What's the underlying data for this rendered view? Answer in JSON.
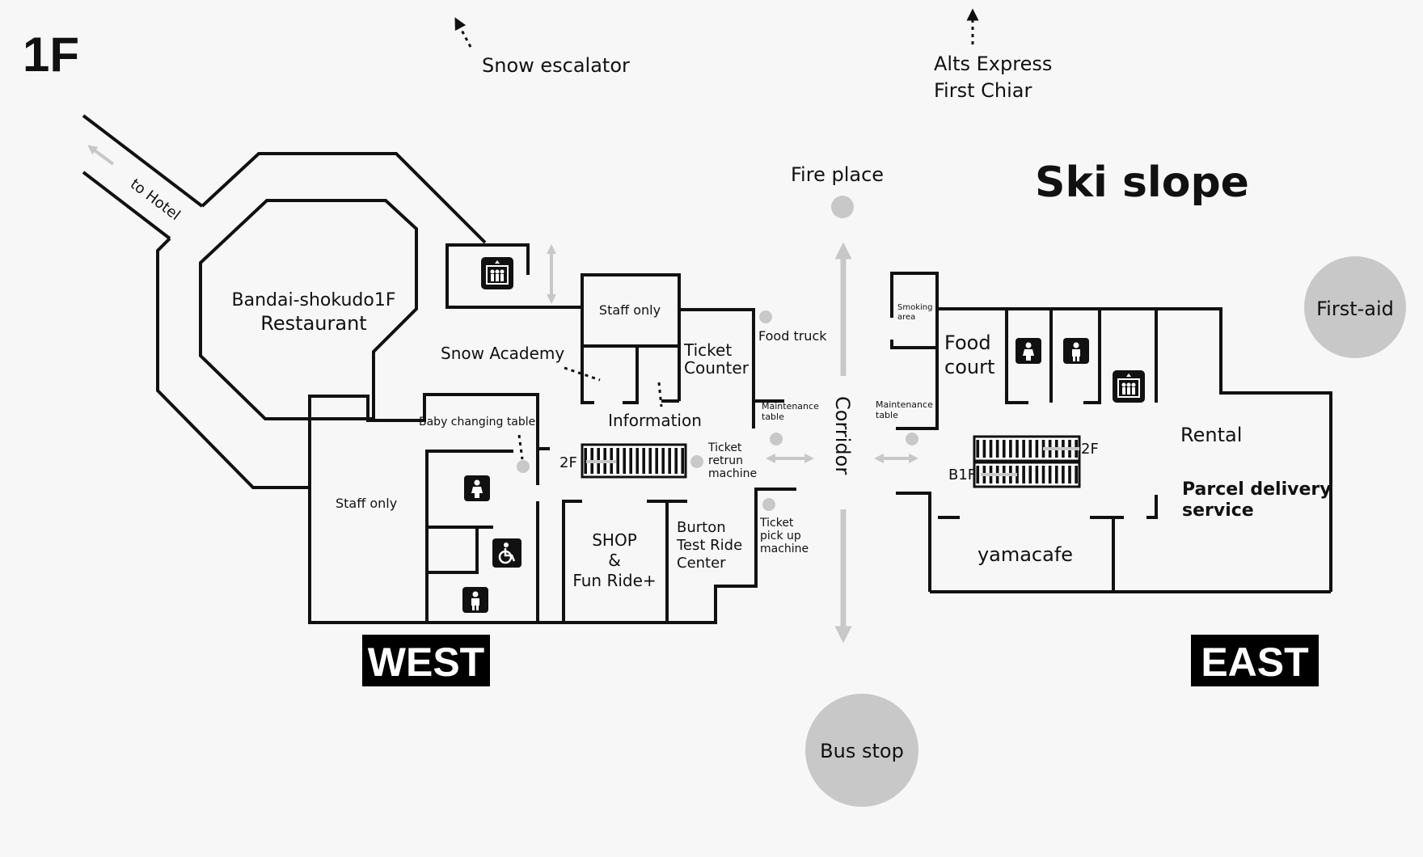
{
  "floor_label": "1F",
  "top_labels": {
    "snow_escalator": "Snow escalator",
    "alts_express_line1": "Alts Express",
    "alts_express_line2": "First Chiar"
  },
  "outdoor": {
    "fire_place": "Fire place",
    "ski_slope": "Ski slope",
    "first_aid": "First-aid",
    "bus_stop": "Bus stop",
    "corridor": "Corridor",
    "to_hotel": "to Hotel"
  },
  "west": {
    "badge": "WEST",
    "restaurant_line1": "Bandai-shokudo1F",
    "restaurant_line2": "Restaurant",
    "snow_academy": "Snow Academy",
    "staff_only_top": "Staff only",
    "ticket_counter_line1": "Ticket",
    "ticket_counter_line2": "Counter",
    "information": "Information",
    "baby_changing": "Baby changing table",
    "staff_only_left": "Staff only",
    "escalator_2f": "2F",
    "ticket_return_line1": "Ticket",
    "ticket_return_line2": "retrun",
    "ticket_return_line3": "machine",
    "shop_line1": "SHOP",
    "shop_line2": "&",
    "shop_line3": "Fun Ride+",
    "burton_line1": "Burton",
    "burton_line2": "Test Ride",
    "burton_line3": "Center",
    "food_truck": "Food truck",
    "maintenance_line1": "Maintenance",
    "maintenance_line2": "table",
    "ticket_pickup_line1": "Ticket",
    "ticket_pickup_line2": "pick up",
    "ticket_pickup_line3": "machine"
  },
  "east": {
    "badge": "EAST",
    "smoking_line1": "Smoking",
    "smoking_line2": "area",
    "food_court_line1": "Food",
    "food_court_line2": "court",
    "maintenance_line1": "Maintenance",
    "maintenance_line2": "table",
    "escalator_2f": "2F",
    "escalator_b1f": "B1F",
    "rental": "Rental",
    "parcel_line1": "Parcel delivery",
    "parcel_line2": "service",
    "yamacafe": "yamacafe"
  },
  "icons": {
    "elevator": "elevator-icon",
    "female_toilet": "female-toilet-icon",
    "male_toilet": "male-toilet-icon",
    "accessible_toilet": "wheelchair-icon",
    "escalator": "escalator-icon"
  },
  "colors": {
    "walls": "#111111",
    "background": "#f7f7f7",
    "markers": "#c8c8c8",
    "badge": "#000000"
  }
}
